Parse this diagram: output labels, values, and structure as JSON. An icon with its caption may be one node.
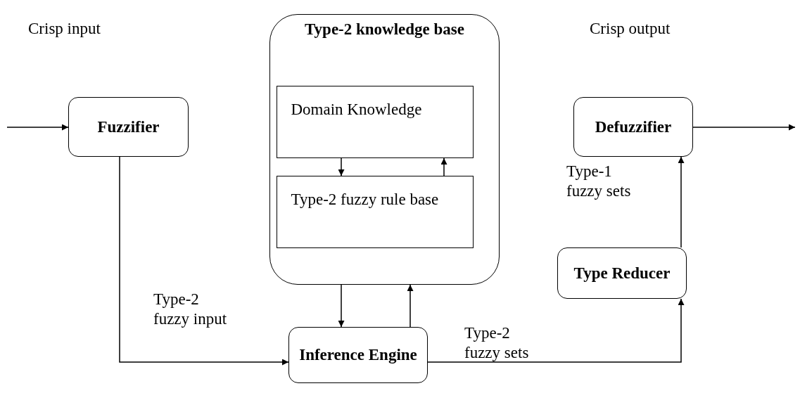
{
  "diagram": {
    "nodes": [
      {
        "text": [
          "Fuzzifier"
        ]
      },
      {
        "text": [
          "Type-2 knowledge base"
        ]
      },
      {
        "text": [
          "Domain Knowledge"
        ],
        "in": 1
      },
      {
        "text": [
          "Type-2 fuzzy rule base"
        ],
        "in": 1
      },
      {
        "text": [
          "Inference Engine"
        ]
      },
      {
        "text": [
          "Defuzzifier"
        ]
      },
      {
        "text": [
          "Type Reducer"
        ]
      }
    ],
    "edges": [
      {
        "from": null,
        "to": 0,
        "arrow": "to"
      },
      {
        "from": 2,
        "to": 3,
        "arrow": "to"
      },
      {
        "from": 3,
        "to": 2,
        "arrow": "to"
      },
      {
        "from": 1,
        "to": 4,
        "arrow": "to"
      },
      {
        "from": 4,
        "to": 1,
        "arrow": "to"
      },
      {
        "from": 0,
        "to": 4,
        "arrow": "to",
        "label": "Type-2 fuzzy input"
      },
      {
        "from": 4,
        "to": 6,
        "arrow": "to",
        "label": "Type-2 fuzzy sets"
      },
      {
        "from": 6,
        "to": 5,
        "arrow": "to",
        "label": "Type-1 fuzzy sets"
      },
      {
        "from": 5,
        "to": null,
        "arrow": "to"
      }
    ],
    "labels": [
      "Crisp input",
      "Crisp output"
    ]
  }
}
